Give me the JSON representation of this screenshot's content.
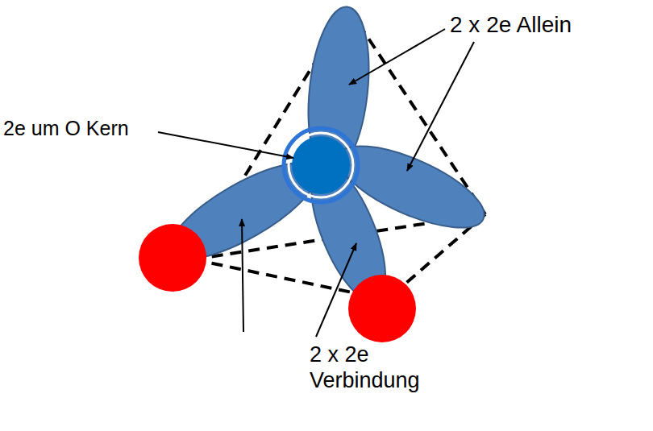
{
  "diagram": {
    "labels": [
      "2 x 2e Allein",
      "2e um O Kern",
      "2 x 2e Verbindung"
    ]
  }
}
